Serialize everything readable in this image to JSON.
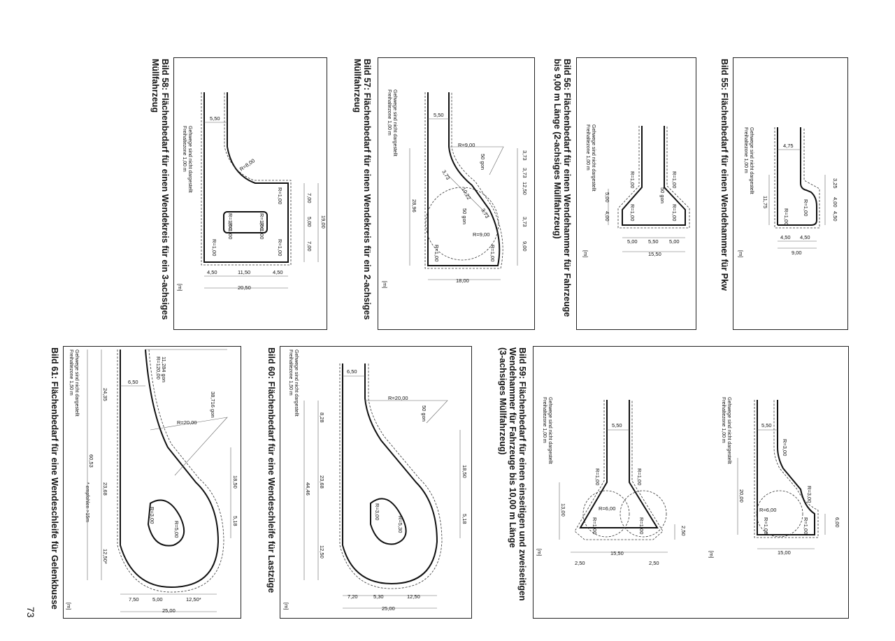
{
  "page_number": "73",
  "figures": [
    {
      "id": "55",
      "caption": "Bild 55:  Flächenbedarf für einen Wendehammer für Pkw",
      "note_1": "Gehwege sind nicht dargestellt",
      "note_2": "Freihaltezone 1,00 m",
      "unit": "[m]",
      "dims": [
        "4,75",
        "3,25",
        "4,00",
        "4,50",
        "11,75",
        "4,50",
        "4,50",
        "9,00",
        "R=1,00",
        "R=1,00"
      ]
    },
    {
      "id": "56",
      "caption_1": "Bild 56:  Flächenbedarf für einen Wendehammer für Fahrzeuge",
      "caption_2": "bis 9,00 m Länge (2-achsiges Müllfahrzeug)",
      "note_1": "Gehwege sind nicht dargestellt",
      "note_2": "Freihaltezone 1,00 m",
      "unit": "[m]",
      "dims": [
        "R=1,00",
        "R=1,00",
        "50 gon",
        "5,00",
        "4,00",
        "R=1,00",
        "R=1,00",
        "5,00",
        "5,50",
        "5,00",
        "15,50"
      ]
    },
    {
      "id": "57",
      "caption_1": "Bild 57:  Flächenbedarf für einen Wendekreis für ein 2-achsiges",
      "caption_2": "Müllfahrzeug",
      "note_1": "Gehwege sind nicht dargestellt",
      "note_2": "Freihaltezone 1,00 m",
      "unit": "[m]",
      "dims": [
        "5,50",
        "R=9,00",
        "50 gon",
        "3,73",
        "10,22",
        "3,73",
        "50 gon",
        "3,73",
        "R=9,00",
        "28,96",
        "3,73",
        "12,50",
        "3,73",
        "9,00",
        "R=1,00",
        "R=1,00",
        "18,00"
      ]
    },
    {
      "id": "58",
      "caption_1": "Bild 58:  Flächenbedarf für einen Wendekreis für ein 3-achsiges",
      "caption_2": "Müllfahrzeug",
      "note_1": "Gehwege sind nicht dargestellt",
      "note_2": "Freihaltezone 1,00 m",
      "unit": "[m]",
      "dims": [
        "5,50",
        "R=8,00",
        "R=1,00",
        "7,00",
        "5,00",
        "7,00",
        "19,00",
        "R=1,00",
        "R=1,00",
        "R=1,00",
        "R=1,00",
        "R=1,00",
        "R=1,00",
        "4,50",
        "11,50",
        "4,50",
        "20,50"
      ]
    },
    {
      "id": "59",
      "caption_1": "Bild 59:  Flächenbedarf für einen einseitigen und zweiseitigen",
      "caption_2": "Wendehammer für Fahrzeuge bis 10,00 m Länge",
      "caption_3": "(3-achsiges Müllfahrzeug)",
      "note_1": "Gehwege sind nicht dargestellt",
      "note_2": "Freihaltezone 1,00 m",
      "unit": "[m]",
      "dims_a": [
        "5,50",
        "R=3,00",
        "20,00",
        "R=3,00",
        "R=6,00",
        "R=1,00",
        "R=1,00",
        "6,00",
        "15,00"
      ],
      "dims_b": [
        "5,50",
        "R=1,00",
        "R=1,00",
        "13,00",
        "R=6,00",
        "R=1,00",
        "R=1,00",
        "2,50",
        "2,50",
        "15,50",
        "2,50"
      ]
    },
    {
      "id": "60",
      "caption": "Bild 60:  Flächenbedarf für eine Wendeschleife für Lastzüge",
      "note_1": "Gehwege sind nicht dargestellt",
      "note_2": "Freihaltezone 1,50 m",
      "unit": "[m]",
      "dims": [
        "6,50",
        "R=20,00",
        "50 gon",
        "8,28",
        "23,68",
        "12,50",
        "44,46",
        "18,50",
        "5,18",
        "R=3,00",
        "R=5,30",
        "7,20",
        "5,30",
        "12,50",
        "25,00"
      ]
    },
    {
      "id": "61",
      "caption": "Bild 61:  Flächenbedarf für eine Wendeschleife für Gelenkbusse",
      "note_1": "Gehwege sind nicht dargestellt",
      "note_2": "Freihaltezone 1,50 m",
      "unit": "[m]",
      "note_3": "* empfohlen >15m",
      "dims": [
        "11,284 gon",
        "R=120,00",
        "6,50",
        "38,716 gon",
        "R=20,00",
        "24,35",
        "23,68",
        "12,50*",
        "60,53",
        "18,50",
        "5,18",
        "R=3,00",
        "R=5,00",
        "7,50",
        "5,00",
        "12,50*",
        "25,00"
      ]
    }
  ]
}
